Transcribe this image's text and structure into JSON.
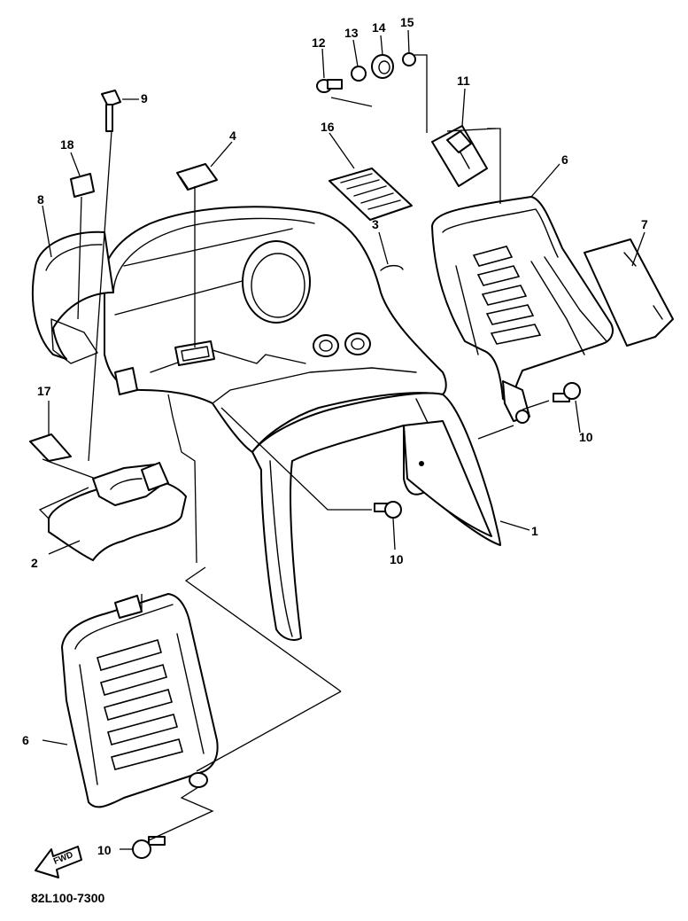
{
  "diagram": {
    "drawing_number": "82L100-7300",
    "direction_label": "FWD",
    "callouts": {
      "p1": "1",
      "p2": "2",
      "p3": "3",
      "p4": "4",
      "p6a": "6",
      "p6b": "6",
      "p7": "7",
      "p8": "8",
      "p9": "9",
      "p10a": "10",
      "p10b": "10",
      "p10c": "10",
      "p11": "11",
      "p12": "12",
      "p13": "13",
      "p14": "14",
      "p15": "15",
      "p16": "16",
      "p17": "17",
      "p18": "18"
    }
  }
}
